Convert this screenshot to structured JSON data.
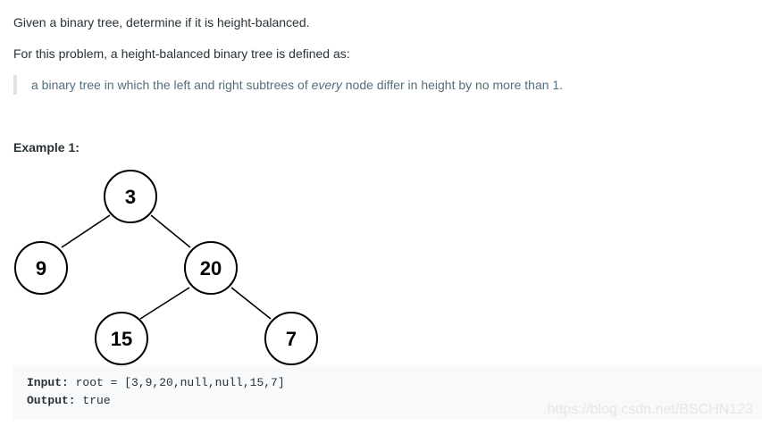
{
  "problem": {
    "intro": "Given a binary tree, determine if it is height-balanced.",
    "definition_lead": "For this problem, a height-balanced binary tree is defined as:",
    "quote": {
      "before": "a binary tree in which the left and right subtrees of ",
      "emphasis": "every",
      "after": " node differ in height by no more than 1."
    }
  },
  "example": {
    "heading": "Example 1:",
    "tree": {
      "nodes": [
        {
          "id": "3",
          "label": "3"
        },
        {
          "id": "9",
          "label": "9"
        },
        {
          "id": "20",
          "label": "20"
        },
        {
          "id": "15",
          "label": "15"
        },
        {
          "id": "7",
          "label": "7"
        }
      ],
      "edges": [
        [
          "3",
          "9"
        ],
        [
          "3",
          "20"
        ],
        [
          "20",
          "15"
        ],
        [
          "20",
          "7"
        ]
      ]
    },
    "input_key": "Input:",
    "input_value": " root = [3,9,20,null,null,15,7]",
    "output_key": "Output:",
    "output_value": " true"
  },
  "watermark": "https://blog.csdn.net/BSCHN123",
  "colors": {
    "text": "#263238",
    "quote_text": "#546e7a",
    "quote_bar": "#dfe2e5",
    "code_bg": "#f7f9fa",
    "node_stroke": "#000000",
    "node_fill": "#ffffff"
  }
}
